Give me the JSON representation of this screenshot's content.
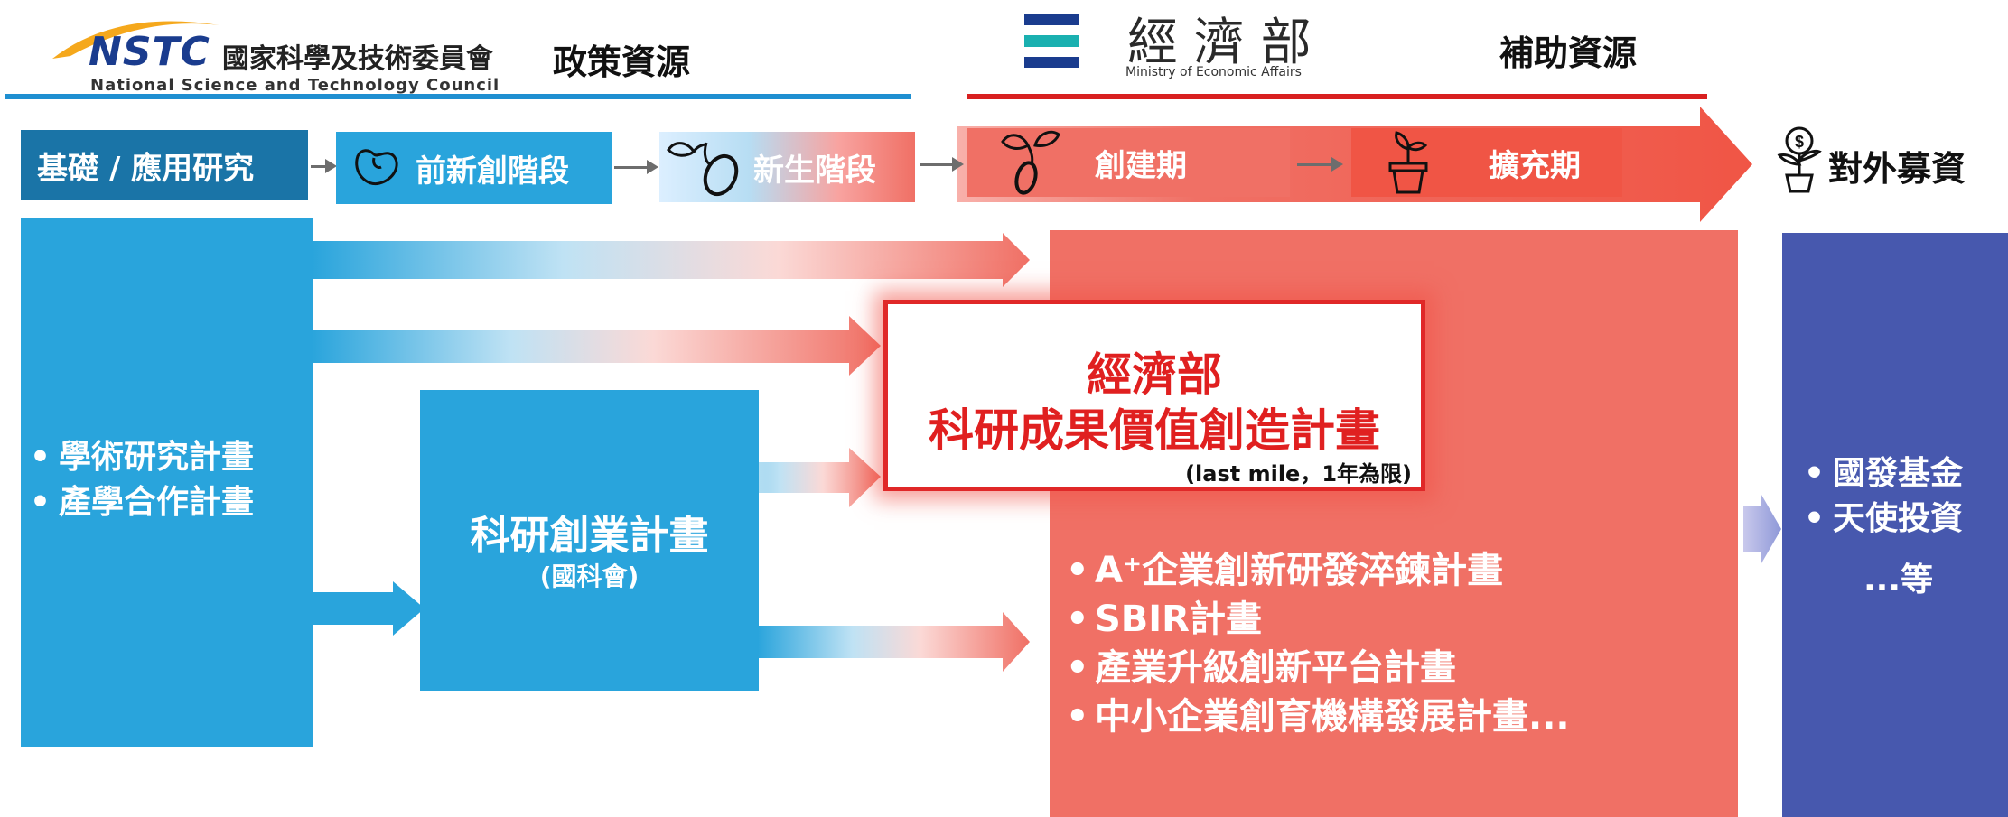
{
  "header": {
    "nstc_logo_text": "NSTC",
    "nstc_chinese_name": "國家科學及技術委員會",
    "nstc_english_name": "National Science and Technology Council",
    "policy_label": "政策資源",
    "moea_chinese_name": "經 濟 部",
    "moea_english_name": "Ministry of Economic Affairs",
    "subsidy_label": "補助資源"
  },
  "stages": {
    "basic_research": "基礎 / 應用研究",
    "pre_startup": "前新創階段",
    "newborn": "新生階段",
    "founding": "創建期",
    "expansion": "擴充期",
    "external_fundraising": "對外募資"
  },
  "academic": {
    "items": [
      "學術研究計畫",
      "產學合作計畫"
    ]
  },
  "startup_program": {
    "title": "科研創業計畫",
    "subtitle": "(國科會)"
  },
  "highlight": {
    "line1": "經濟部",
    "line2": "科研成果價值創造計畫",
    "note": "(last mile，1年為限)"
  },
  "moea_programs": {
    "items": [
      "A⁺企業創新研發淬鍊計畫",
      "SBIR計畫",
      "產業升級創新平台計畫",
      "中小企業創育機構發展計畫..."
    ]
  },
  "funding": {
    "items": [
      "國發基金",
      "天使投資"
    ],
    "etc": "...等"
  },
  "colors": {
    "nstc_blue": "#1f8fd1",
    "nstc_navy": "#1a3c8e",
    "stage_dark_blue": "#1a74a7",
    "light_blue": "#29a4dc",
    "red": "#f07065",
    "red_dark": "#f05545",
    "deep_red": "#d82020",
    "purple_blue": "#4758ae"
  }
}
